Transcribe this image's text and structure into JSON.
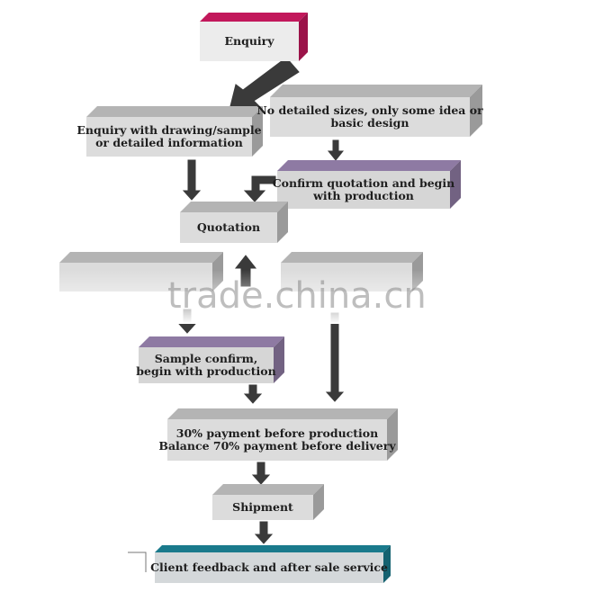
{
  "diagram": {
    "nodes": {
      "enquiry": {
        "lines": [
          "Enquiry"
        ],
        "color": "#c2185b"
      },
      "enquiry_detailed": {
        "lines": [
          "Enquiry with drawing/sample",
          "or detailed information"
        ],
        "color": "#c8c8c8"
      },
      "no_detailed_sizes": {
        "lines": [
          "No detailed sizes, only some idea or",
          "basic design"
        ],
        "color": "#c8c8c8"
      },
      "confirm_quotation": {
        "lines": [
          "Confirm quotation and begin",
          "with production"
        ],
        "color": "#8e7aa3"
      },
      "quotation": {
        "lines": [
          "Quotation"
        ],
        "color": "#c8c8c8"
      },
      "blank_left": {
        "lines": [],
        "color": "#c8c8c8"
      },
      "blank_right": {
        "lines": [],
        "color": "#c8c8c8"
      },
      "sample_confirm": {
        "lines": [
          "Sample confirm,",
          "begin with production"
        ],
        "color": "#8e7aa3"
      },
      "payment": {
        "lines": [
          "30% payment before production",
          "Balance 70% payment before delivery"
        ],
        "color": "#c8c8c8"
      },
      "shipment": {
        "lines": [
          "Shipment"
        ],
        "color": "#c8c8c8"
      },
      "client_feedback": {
        "lines": [
          "Client feedback and after sale service"
        ],
        "color": "#1a7a8c"
      }
    },
    "watermark": "trade.china.cn"
  }
}
